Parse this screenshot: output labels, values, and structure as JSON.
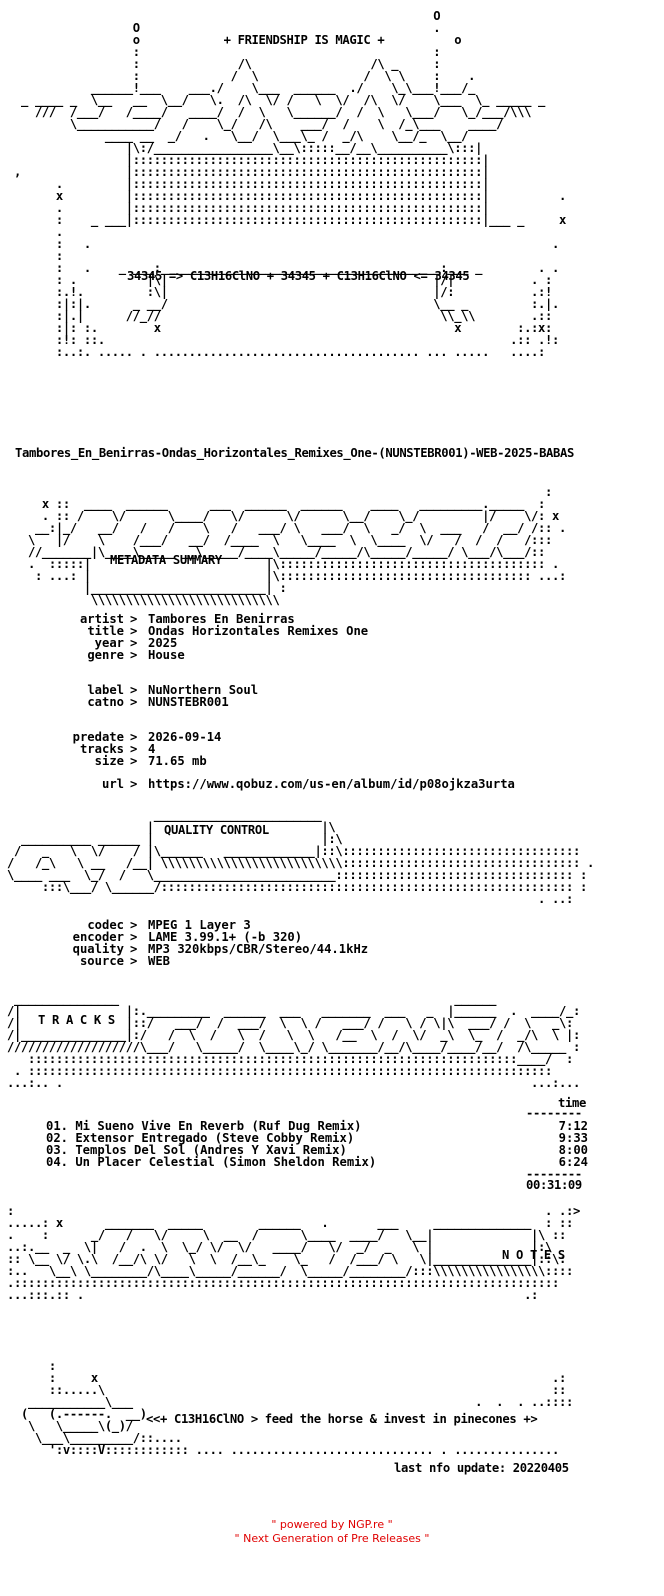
{
  "header": {
    "title": "+ FRIENDSHIP IS MAGIC +",
    "formula": "34345 => C13H16ClNO + 34345 + C13H16ClNO <= 34345"
  },
  "release_name": "Tambores_En_Benirras-Ondas_Horizontales_Remixes_One-(NUNSTEBR001)-WEB-2025-BABAS",
  "metadata": {
    "section_title": "METADATA SUMMARY",
    "rows": [
      {
        "key": "artist",
        "value": "Tambores En Benirras"
      },
      {
        "key": "title",
        "value": "Ondas Horizontales Remixes One"
      },
      {
        "key": "year",
        "value": "2025"
      },
      {
        "key": "genre",
        "value": "House"
      },
      {
        "key": "label",
        "value": "NuNorthern Soul"
      },
      {
        "key": "catno",
        "value": "NUNSTEBR001"
      },
      {
        "key": "predate",
        "value": "2026-09-14"
      },
      {
        "key": "tracks",
        "value": "4"
      },
      {
        "key": "size",
        "value": "71.65 mb"
      },
      {
        "key": "url",
        "value": "https://www.qobuz.com/us-en/album/id/p08ojkza3urta"
      }
    ]
  },
  "quality": {
    "section_title": "QUALITY CONTROL",
    "rows": [
      {
        "key": "codec",
        "value": "MPEG 1 Layer 3"
      },
      {
        "key": "encoder",
        "value": "LAME 3.99.1+ (-b 320)"
      },
      {
        "key": "quality",
        "value": "MP3 320kbps/CBR/Stereo/44.1kHz"
      },
      {
        "key": "source",
        "value": "WEB"
      }
    ]
  },
  "tracks": {
    "section_title": "T R A C K S",
    "time_header": "time",
    "divider": "--------",
    "items": [
      {
        "title": "01. Mi Sueno Vive En Reverb (Ruf Dug Remix)",
        "time": "7:12"
      },
      {
        "title": "02. Extensor Entregado (Steve Cobby Remix)",
        "time": "9:33"
      },
      {
        "title": "03. Templos Del Sol (Andres Y Xavi Remix)",
        "time": "8:00"
      },
      {
        "title": "04. Un Placer Celestial (Simon Sheldon Remix)",
        "time": "6:24"
      }
    ],
    "total": "00:31:09"
  },
  "notes": {
    "section_title": "N O T E S",
    "tagline": "<<+ C13H16ClNO > feed the horse & invest in pinecones +>",
    "last_update": "last nfo update: 20220405"
  },
  "footer": {
    "line1": "\" powered by NGP.re \"",
    "line2": "\" Next Generation of Pre Releases \""
  }
}
